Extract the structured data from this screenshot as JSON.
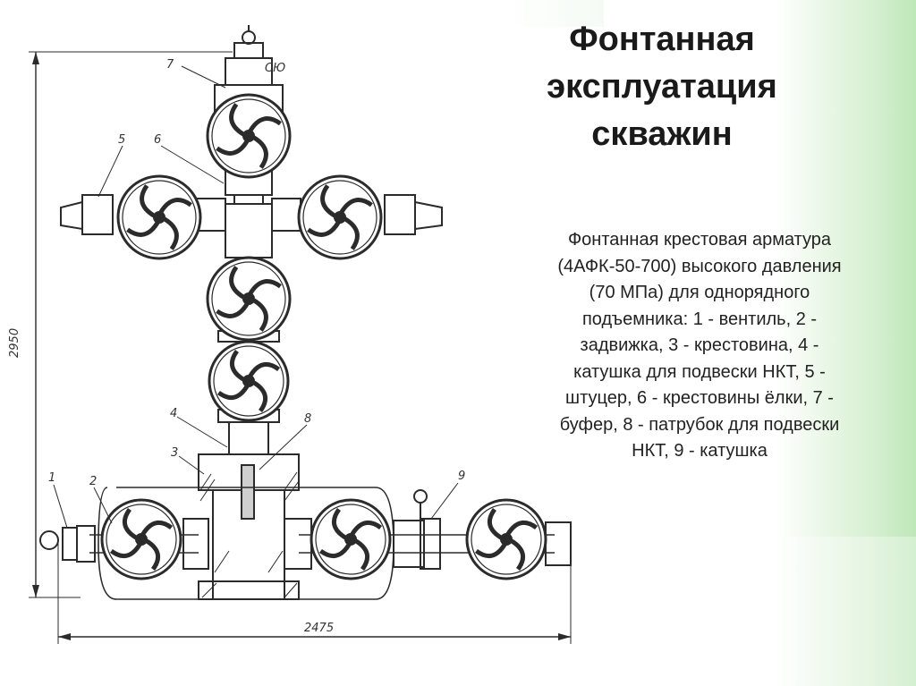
{
  "title": {
    "lines": [
      "Фонтанная",
      "эксплуатация",
      "скважин"
    ]
  },
  "description": {
    "lines": [
      "Фонтанная крестовая арматура",
      "(4АФК-50-700) высокого давления",
      "(70 МПа) для однорядного",
      "подъемника: 1 - вентиль, 2 -",
      "задвижка, 3 - крестовина, 4 -",
      "катушка для подвески НКТ, 5 -",
      "штуцер, 6 - крестовины ёлки, 7 -",
      "буфер, 8 - патрубок для подвески",
      "НКТ, 9 - катушка"
    ]
  },
  "drawing": {
    "dimension_height": "2950",
    "dimension_width": "2475",
    "label_7_suffix": "СЮ",
    "callouts": [
      "1",
      "2",
      "3",
      "4",
      "5",
      "6",
      "7",
      "8",
      "9"
    ]
  },
  "colors": {
    "background": "#ffffff",
    "accent_green": "#c9ecc5",
    "line": "#2b2b2b"
  }
}
